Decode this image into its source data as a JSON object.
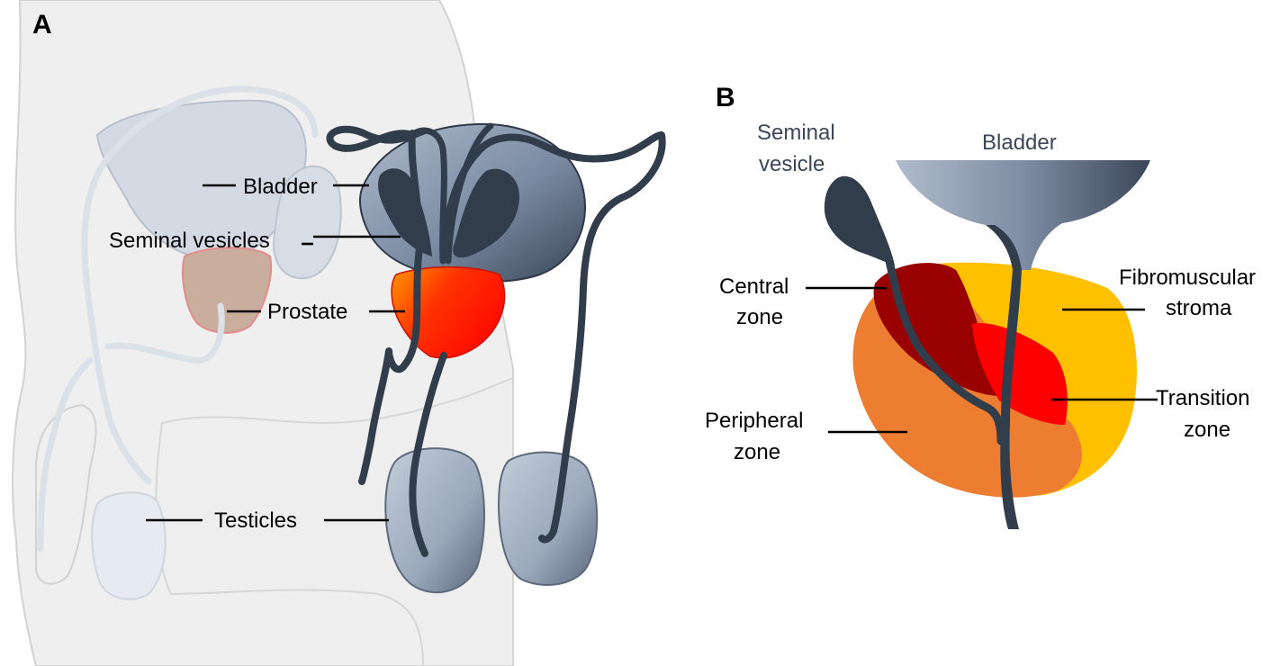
{
  "panels": {
    "a": {
      "letter": "A",
      "labels": {
        "bladder": "Bladder",
        "seminal_vesicles": "Seminal vesicles",
        "prostate": "Prostate",
        "testicles": "Testicles"
      }
    },
    "b": {
      "letter": "B",
      "labels": {
        "seminal_vesicle_line1": "Seminal",
        "seminal_vesicle_line2": "vesicle",
        "bladder": "Bladder",
        "central_zone_line1": "Central",
        "central_zone_line2": "zone",
        "fibromuscular_line1": "Fibromuscular",
        "fibromuscular_line2": "stroma",
        "transition_line1": "Transition",
        "transition_line2": "zone",
        "peripheral_line1": "Peripheral",
        "peripheral_line2": "zone"
      }
    }
  },
  "colors": {
    "body_silhouette": "#efefef",
    "ghost_organ": "#d7dde5",
    "organ_dark": "#323d4c",
    "prostate_red": "#ff1a00",
    "prostate_orange": "#ff9900",
    "central_zone": "#990000",
    "transition_zone": "#ff0000",
    "peripheral_zone": "#ed7d31",
    "fibromuscular_stroma": "#ffc000",
    "ghost_prostate": "#c9ae9e"
  }
}
